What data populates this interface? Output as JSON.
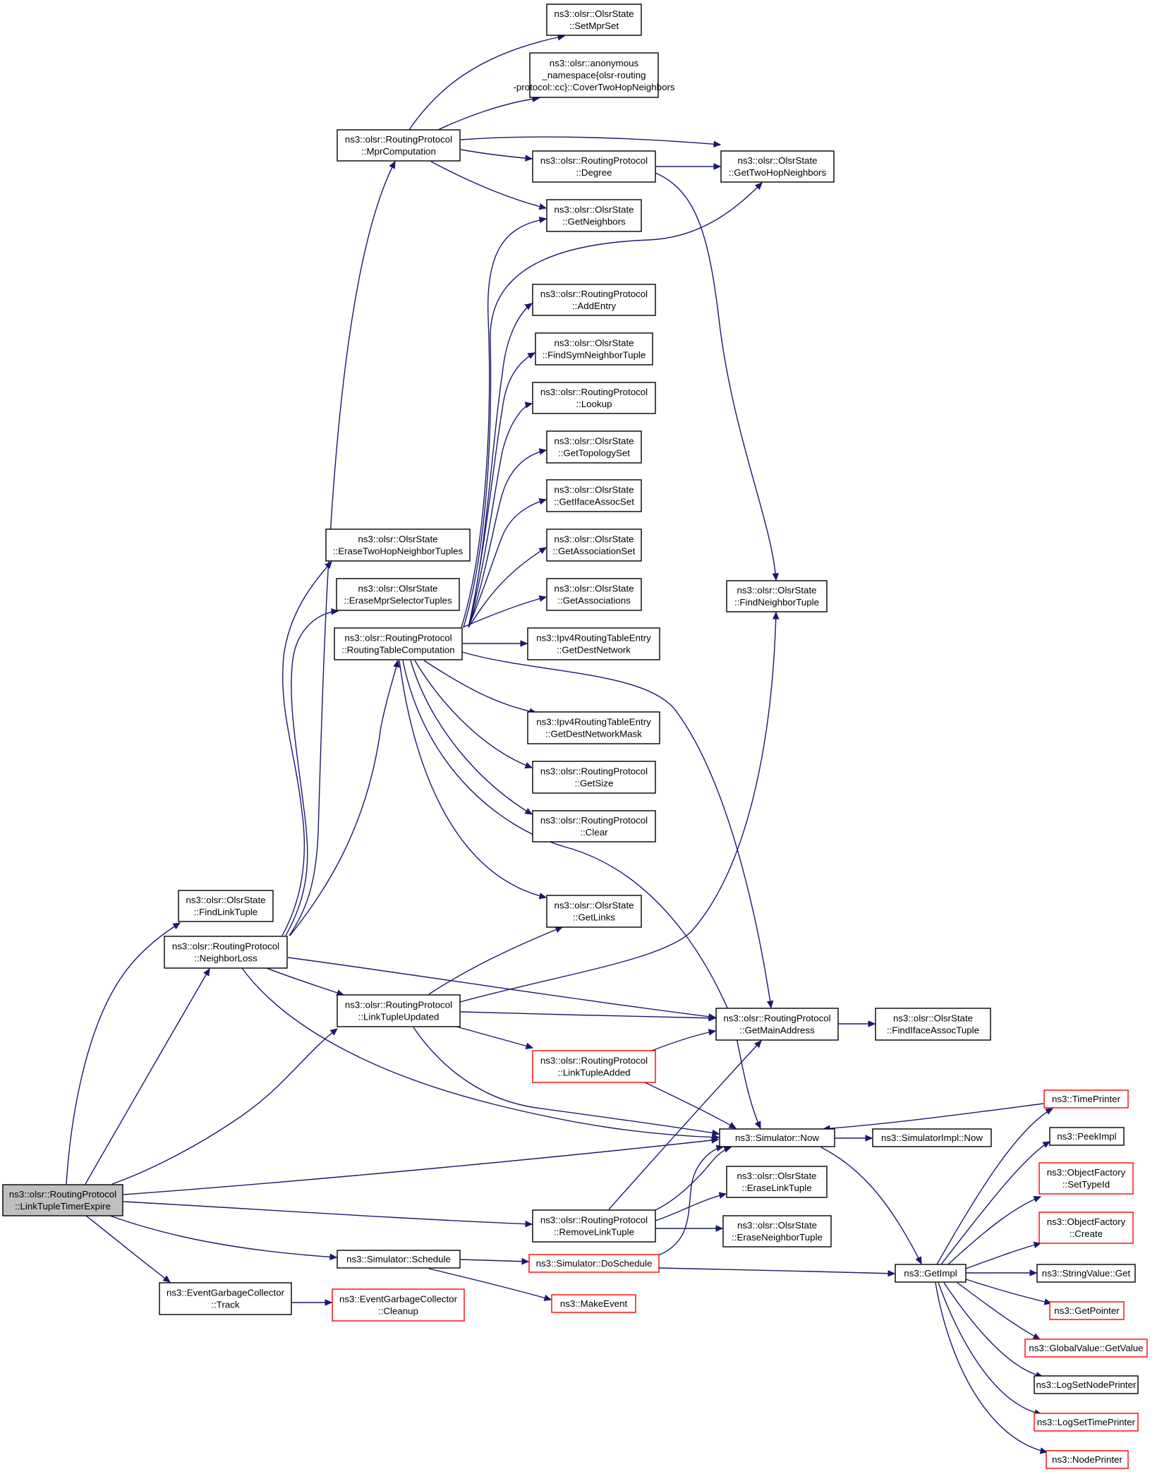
{
  "colors": {
    "edge": "#191970",
    "truncated_border": "#ff0000",
    "root_fill": "#bfbfbf"
  },
  "nodes": [
    {
      "id": "root",
      "label": [
        "ns3::olsr::RoutingProtocol",
        "::LinkTupleTimerExpire"
      ],
      "style": "root"
    },
    {
      "id": "findLinkTuple",
      "label": [
        "ns3::olsr::OlsrState",
        "::FindLinkTuple"
      ]
    },
    {
      "id": "neighborLoss",
      "label": [
        "ns3::olsr::RoutingProtocol",
        "::NeighborLoss"
      ]
    },
    {
      "id": "evgcTrack",
      "label": [
        "ns3::EventGarbageCollector",
        "::Track"
      ]
    },
    {
      "id": "evgcCleanup",
      "label": [
        "ns3::EventGarbageCollector",
        "::Cleanup"
      ],
      "style": "red"
    },
    {
      "id": "mprComputation",
      "label": [
        "ns3::olsr::RoutingProtocol",
        "::MprComputation"
      ]
    },
    {
      "id": "eraseTwoHop",
      "label": [
        "ns3::olsr::OlsrState",
        "::EraseTwoHopNeighborTuples"
      ]
    },
    {
      "id": "eraseMprSel",
      "label": [
        "ns3::olsr::OlsrState",
        "::EraseMprSelectorTuples"
      ]
    },
    {
      "id": "routingTableComp",
      "label": [
        "ns3::olsr::RoutingProtocol",
        "::RoutingTableComputation"
      ]
    },
    {
      "id": "linkTupleUpdated",
      "label": [
        "ns3::olsr::RoutingProtocol",
        "::LinkTupleUpdated"
      ]
    },
    {
      "id": "simSchedule",
      "label": [
        "ns3::Simulator::Schedule"
      ]
    },
    {
      "id": "setMprSet",
      "label": [
        "ns3::olsr::OlsrState",
        "::SetMprSet"
      ]
    },
    {
      "id": "coverTwoHop",
      "label": [
        "ns3::olsr::anonymous",
        "_namespace{olsr-routing",
        "-protocol::cc}::CoverTwoHopNeighbors"
      ]
    },
    {
      "id": "degree",
      "label": [
        "ns3::olsr::RoutingProtocol",
        "::Degree"
      ]
    },
    {
      "id": "getNeighbors",
      "label": [
        "ns3::olsr::OlsrState",
        "::GetNeighbors"
      ]
    },
    {
      "id": "addEntry",
      "label": [
        "ns3::olsr::RoutingProtocol",
        "::AddEntry"
      ]
    },
    {
      "id": "findSymNeighbor",
      "label": [
        "ns3::olsr::OlsrState",
        "::FindSymNeighborTuple"
      ]
    },
    {
      "id": "lookup",
      "label": [
        "ns3::olsr::RoutingProtocol",
        "::Lookup"
      ]
    },
    {
      "id": "getTopologySet",
      "label": [
        "ns3::olsr::OlsrState",
        "::GetTopologySet"
      ]
    },
    {
      "id": "getIfaceAssocSet",
      "label": [
        "ns3::olsr::OlsrState",
        "::GetIfaceAssocSet"
      ]
    },
    {
      "id": "getAssociationSet",
      "label": [
        "ns3::olsr::OlsrState",
        "::GetAssociationSet"
      ]
    },
    {
      "id": "getAssociations",
      "label": [
        "ns3::olsr::OlsrState",
        "::GetAssociations"
      ]
    },
    {
      "id": "getDestNetwork",
      "label": [
        "ns3::Ipv4RoutingTableEntry",
        "::GetDestNetwork"
      ]
    },
    {
      "id": "getDestNetworkMask",
      "label": [
        "ns3::Ipv4RoutingTableEntry",
        "::GetDestNetworkMask"
      ]
    },
    {
      "id": "getSize",
      "label": [
        "ns3::olsr::RoutingProtocol",
        "::GetSize"
      ]
    },
    {
      "id": "clear",
      "label": [
        "ns3::olsr::RoutingProtocol",
        "::Clear"
      ]
    },
    {
      "id": "getLinks",
      "label": [
        "ns3::olsr::OlsrState",
        "::GetLinks"
      ]
    },
    {
      "id": "linkTupleAdded",
      "label": [
        "ns3::olsr::RoutingProtocol",
        "::LinkTupleAdded"
      ],
      "style": "red"
    },
    {
      "id": "removeLinkTuple",
      "label": [
        "ns3::olsr::RoutingProtocol",
        "::RemoveLinkTuple"
      ]
    },
    {
      "id": "simDoSchedule",
      "label": [
        "ns3::Simulator::DoSchedule"
      ],
      "style": "red"
    },
    {
      "id": "makeEvent",
      "label": [
        "ns3::MakeEvent"
      ],
      "style": "red"
    },
    {
      "id": "getTwoHopNeighbors",
      "label": [
        "ns3::olsr::OlsrState",
        "::GetTwoHopNeighbors"
      ]
    },
    {
      "id": "findNeighborTuple",
      "label": [
        "ns3::olsr::OlsrState",
        "::FindNeighborTuple"
      ]
    },
    {
      "id": "getMainAddress",
      "label": [
        "ns3::olsr::RoutingProtocol",
        "::GetMainAddress"
      ]
    },
    {
      "id": "simNow",
      "label": [
        "ns3::Simulator::Now"
      ]
    },
    {
      "id": "eraseLinkTuple",
      "label": [
        "ns3::olsr::OlsrState",
        "::EraseLinkTuple"
      ]
    },
    {
      "id": "eraseNeighborTuple",
      "label": [
        "ns3::olsr::OlsrState",
        "::EraseNeighborTuple"
      ]
    },
    {
      "id": "findIfaceAssocTuple",
      "label": [
        "ns3::olsr::OlsrState",
        "::FindIfaceAssocTuple"
      ]
    },
    {
      "id": "simImplNow",
      "label": [
        "ns3::SimulatorImpl::Now"
      ]
    },
    {
      "id": "getImpl",
      "label": [
        "ns3::GetImpl"
      ]
    },
    {
      "id": "timePrinter",
      "label": [
        "ns3::TimePrinter"
      ],
      "style": "red"
    },
    {
      "id": "peekImpl",
      "label": [
        "ns3::PeekImpl"
      ]
    },
    {
      "id": "ofSetTypeId",
      "label": [
        "ns3::ObjectFactory",
        "::SetTypeId"
      ],
      "style": "red"
    },
    {
      "id": "ofCreate",
      "label": [
        "ns3::ObjectFactory",
        "::Create"
      ],
      "style": "red"
    },
    {
      "id": "stringValueGet",
      "label": [
        "ns3::StringValue::Get"
      ]
    },
    {
      "id": "getPointer",
      "label": [
        "ns3::GetPointer"
      ],
      "style": "red"
    },
    {
      "id": "globalValueGet",
      "label": [
        "ns3::GlobalValue::GetValue"
      ],
      "style": "red"
    },
    {
      "id": "logSetNodePrinter",
      "label": [
        "ns3::LogSetNodePrinter"
      ]
    },
    {
      "id": "logSetTimePrinter",
      "label": [
        "ns3::LogSetTimePrinter"
      ],
      "style": "red"
    },
    {
      "id": "nodePrinter",
      "label": [
        "ns3::NodePrinter"
      ],
      "style": "red"
    }
  ],
  "edges": [
    [
      "root",
      "findLinkTuple"
    ],
    [
      "root",
      "neighborLoss"
    ],
    [
      "root",
      "linkTupleUpdated"
    ],
    [
      "root",
      "simNow"
    ],
    [
      "root",
      "removeLinkTuple"
    ],
    [
      "root",
      "simSchedule"
    ],
    [
      "root",
      "evgcTrack"
    ],
    [
      "neighborLoss",
      "mprComputation"
    ],
    [
      "neighborLoss",
      "eraseTwoHop"
    ],
    [
      "neighborLoss",
      "eraseMprSel"
    ],
    [
      "neighborLoss",
      "routingTableComp"
    ],
    [
      "neighborLoss",
      "linkTupleUpdated"
    ],
    [
      "neighborLoss",
      "getMainAddress"
    ],
    [
      "neighborLoss",
      "simNow"
    ],
    [
      "mprComputation",
      "setMprSet"
    ],
    [
      "mprComputation",
      "coverTwoHop"
    ],
    [
      "mprComputation",
      "getTwoHopNeighbors"
    ],
    [
      "mprComputation",
      "degree"
    ],
    [
      "mprComputation",
      "getNeighbors"
    ],
    [
      "degree",
      "getTwoHopNeighbors"
    ],
    [
      "degree",
      "findNeighborTuple"
    ],
    [
      "routingTableComp",
      "getNeighbors"
    ],
    [
      "routingTableComp",
      "getTwoHopNeighbors"
    ],
    [
      "routingTableComp",
      "addEntry"
    ],
    [
      "routingTableComp",
      "findSymNeighbor"
    ],
    [
      "routingTableComp",
      "lookup"
    ],
    [
      "routingTableComp",
      "getTopologySet"
    ],
    [
      "routingTableComp",
      "getIfaceAssocSet"
    ],
    [
      "routingTableComp",
      "getAssociationSet"
    ],
    [
      "routingTableComp",
      "getAssociations"
    ],
    [
      "routingTableComp",
      "getDestNetwork"
    ],
    [
      "routingTableComp",
      "getMainAddress"
    ],
    [
      "routingTableComp",
      "getDestNetworkMask"
    ],
    [
      "routingTableComp",
      "getSize"
    ],
    [
      "routingTableComp",
      "clear"
    ],
    [
      "routingTableComp",
      "simNow"
    ],
    [
      "routingTableComp",
      "getLinks"
    ],
    [
      "linkTupleUpdated",
      "getLinks"
    ],
    [
      "linkTupleUpdated",
      "findNeighborTuple"
    ],
    [
      "linkTupleUpdated",
      "getMainAddress"
    ],
    [
      "linkTupleUpdated",
      "linkTupleAdded"
    ],
    [
      "linkTupleUpdated",
      "simNow"
    ],
    [
      "linkTupleAdded",
      "getMainAddress"
    ],
    [
      "linkTupleAdded",
      "simNow"
    ],
    [
      "getMainAddress",
      "findIfaceAssocTuple"
    ],
    [
      "removeLinkTuple",
      "getMainAddress"
    ],
    [
      "removeLinkTuple",
      "simNow"
    ],
    [
      "removeLinkTuple",
      "eraseLinkTuple"
    ],
    [
      "removeLinkTuple",
      "eraseNeighborTuple"
    ],
    [
      "simSchedule",
      "simDoSchedule"
    ],
    [
      "simSchedule",
      "makeEvent"
    ],
    [
      "simDoSchedule",
      "simNow"
    ],
    [
      "simDoSchedule",
      "getImpl"
    ],
    [
      "evgcTrack",
      "evgcCleanup"
    ],
    [
      "simNow",
      "simImplNow"
    ],
    [
      "simNow",
      "getImpl"
    ],
    [
      "timePrinter",
      "simNow"
    ],
    [
      "getImpl",
      "timePrinter"
    ],
    [
      "getImpl",
      "peekImpl"
    ],
    [
      "getImpl",
      "ofSetTypeId"
    ],
    [
      "getImpl",
      "ofCreate"
    ],
    [
      "getImpl",
      "stringValueGet"
    ],
    [
      "getImpl",
      "getPointer"
    ],
    [
      "getImpl",
      "globalValueGet"
    ],
    [
      "getImpl",
      "logSetNodePrinter"
    ],
    [
      "getImpl",
      "logSetTimePrinter"
    ],
    [
      "getImpl",
      "nodePrinter"
    ]
  ]
}
